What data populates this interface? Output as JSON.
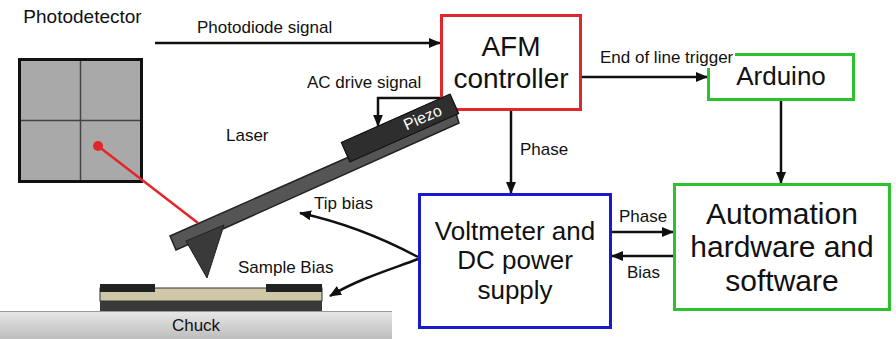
{
  "diagram": {
    "nodes": [
      {
        "text": [
          "Photodetector"
        ]
      },
      {
        "text": [
          "AFM controller"
        ]
      },
      {
        "text": [
          "Arduino"
        ]
      },
      {
        "text": [
          "Piezo"
        ]
      },
      {
        "text": [
          "Voltmeter and DC power supply"
        ]
      },
      {
        "text": [
          "Automation hardware and software"
        ]
      },
      {
        "text": [
          "Chuck"
        ]
      }
    ],
    "edges": [
      {
        "from": 0,
        "to": 1,
        "label": "Photodiode signal",
        "arrow": "to"
      },
      {
        "from": 1,
        "to": 2,
        "label": "End of line trigger",
        "arrow": "to"
      },
      {
        "from": 1,
        "to": 3,
        "label": "AC drive signal",
        "arrow": "to"
      },
      {
        "from": 1,
        "to": 4,
        "label": "Phase",
        "arrow": "to"
      },
      {
        "from": 2,
        "to": 5,
        "arrow": "to"
      },
      {
        "from": 4,
        "to": 5,
        "label": "Phase",
        "arrow": "to"
      },
      {
        "from": 5,
        "to": 4,
        "label": "Bias",
        "arrow": "to"
      }
    ],
    "labels": [
      "Laser",
      "Tip bias",
      "Sample Bias"
    ]
  }
}
